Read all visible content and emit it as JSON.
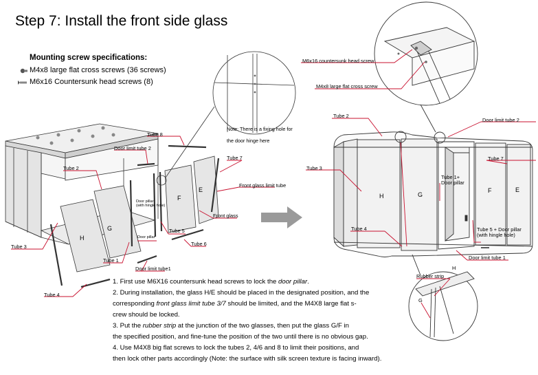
{
  "title": "Step 7: Install the front side glass",
  "specs": {
    "heading": "Mounting screw specifications:",
    "items": [
      {
        "icon": "flat-cross-screw-icon",
        "text": "M4x8 large flat cross screws (36 screws)"
      },
      {
        "icon": "countersunk-screw-icon",
        "text": "M6x16 Countersunk head screws (8)"
      }
    ]
  },
  "note": {
    "line1": "Note: There is a fixing hole for",
    "line2": "the door hinge here"
  },
  "left_labels": {
    "tube8": "Tube 8",
    "door_limit_tube2": "Door limit tube 2",
    "tube2": "Tube 2",
    "tube7": "Tube 7",
    "front_glass_limit_tube": "Front glass limit tube",
    "door_pillar_hingle": "Door pillar",
    "door_pillar_hingle2": "(with hingle hole)",
    "front_glass": "Front glass",
    "tube5": "Tube 5",
    "door_pillar": "Door pillar",
    "tube6": "Tube 6",
    "tube3": "Tube  3",
    "tube1": "Tube 1",
    "door_limit_tube1": "Door limit tube1",
    "tube4": "Tube 4"
  },
  "panels_left": {
    "h": "H",
    "g": "G",
    "f": "F",
    "e": "E"
  },
  "right_labels": {
    "m6x16": "M6x16 countersunk head screw",
    "m4x8": "M4x8 large flat cross screw",
    "tube2": "Tube 2",
    "door_limit_tube2": "Door limit tube 2",
    "tube3": "Tube 3",
    "tube7": "Tube 7",
    "tube1_line1": "Tube 1+",
    "tube1_line2": "Door pillar",
    "tube4": "Tube 4",
    "tube5_line1": "Tube 5 + Door pillar",
    "tube5_line2": "(with hingle hole)",
    "door_limit_tube1": "Door limit tube 1",
    "rubber_strip": "Rubber strip",
    "detail_h": "H",
    "detail_g": "G"
  },
  "panels_right": {
    "h": "H",
    "g": "G",
    "f": "F",
    "e": "E"
  },
  "instructions": {
    "i1a": "1. First use M6X16 countersunk head screws to lock  the ",
    "i1b": "door pillar",
    "i1c": ".",
    "i2a": "2. During installation, the glass H/E should be placed in the designated position, and the",
    "i2b": "corresponding ",
    "i2c": "front glass limit tube 3/7",
    "i2d": " should be limited, and the M4X8 large flat s-",
    "i2e": "crew should be locked.",
    "i3a": "3. Put the  ",
    "i3b": "rubber strip",
    "i3c": " at the junction of the two glasses, then put the glass G/F in",
    "i3d": "the specified position, and fine-tune the position of the two until there is no obvious gap.",
    "i4a": "4. Use M4X8 big flat screws to lock the  tubes 2, 4/6 and 8 to limit their positions, and",
    "i4b": "then lock other parts accordingly (Note: the surface with silk screen texture is facing inward)."
  },
  "colors": {
    "leader": "#c8102e",
    "ink": "#111111",
    "panel": "#e6e6e6",
    "panel_edge": "#555555",
    "arrow": "#9a9a9a"
  }
}
